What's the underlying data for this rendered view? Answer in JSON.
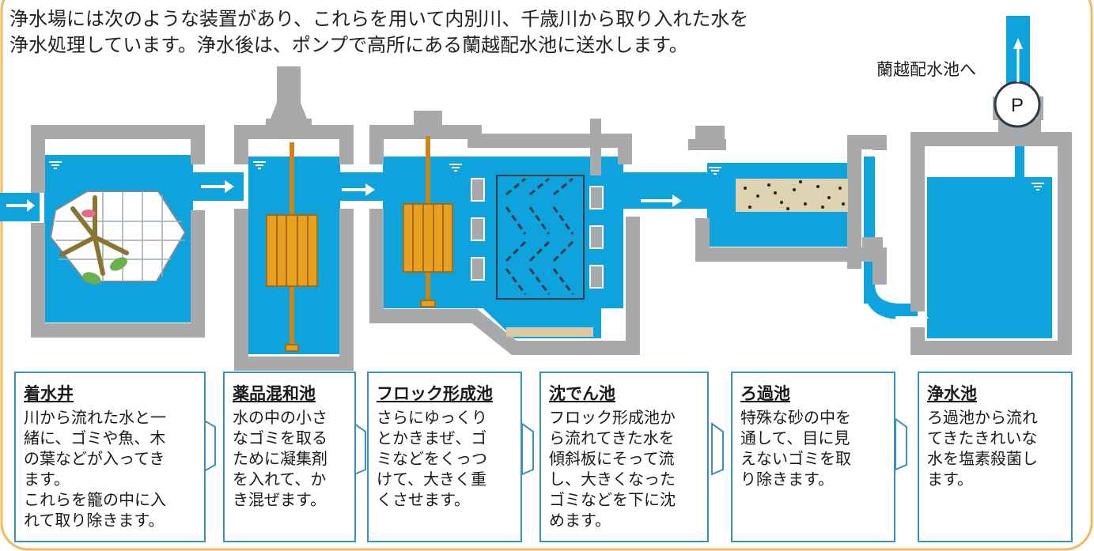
{
  "intro": {
    "line1": "浄水場には次のような装置があり、これらを用いて内別川、千歳川から取り入れた水を",
    "line2": "浄水処理しています。浄水後は、ポンプで高所にある蘭越配水池に送水します。"
  },
  "pump": {
    "letter": "P",
    "destination_label": "蘭越配水池へ"
  },
  "colors": {
    "water": "#0ea3dc",
    "wall": "#a7a9ab",
    "paddle": "#e7a020",
    "sand": "#ddd3b0",
    "border": "#3a8fc4",
    "outline": "#6a8fa8"
  },
  "stages": [
    {
      "title": "着水井",
      "text": "川から流れた水と一\n緒に、ゴミや魚、木\nの葉などが入ってき\nます。\nこれらを籠の中に入\nれて取り除きます。"
    },
    {
      "title": "薬品混和池",
      "text": "水の中の小さ\nなゴミを取る\nために凝集剤\nを入れて、か\nき混ぜます。"
    },
    {
      "title": "フロック形成池",
      "text": "さらにゆっくり\nとかきまぜ、ゴ\nミなどをくっつ\nけて、大きく重\nくさせます。"
    },
    {
      "title": "沈でん池",
      "text": "フロック形成池か\nら流れてきた水を\n傾斜板にそって流\nし、大きくなった\nゴミなどを下に沈\nめます。"
    },
    {
      "title": "ろ過池",
      "text": "特殊な砂の中を\n通して、目に見\nえないゴミを取\nり除きます。"
    },
    {
      "title": "浄水池",
      "text": "ろ過池から流れ\nてきたきれいな\n水を塩素殺菌し\nます。"
    }
  ]
}
